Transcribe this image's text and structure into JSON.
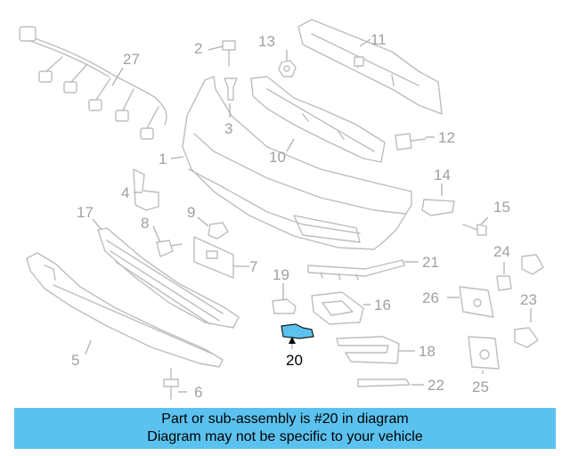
{
  "callouts": [
    {
      "id": "c1",
      "text": "1"
    },
    {
      "id": "c2",
      "text": "2"
    },
    {
      "id": "c3",
      "text": "3"
    },
    {
      "id": "c4",
      "text": "4"
    },
    {
      "id": "c5",
      "text": "5"
    },
    {
      "id": "c6",
      "text": "6"
    },
    {
      "id": "c7",
      "text": "7"
    },
    {
      "id": "c8",
      "text": "8"
    },
    {
      "id": "c9",
      "text": "9"
    },
    {
      "id": "c10",
      "text": "10"
    },
    {
      "id": "c11",
      "text": "11"
    },
    {
      "id": "c12",
      "text": "12"
    },
    {
      "id": "c13",
      "text": "13"
    },
    {
      "id": "c14",
      "text": "14"
    },
    {
      "id": "c15",
      "text": "15"
    },
    {
      "id": "c16",
      "text": "16"
    },
    {
      "id": "c17",
      "text": "17"
    },
    {
      "id": "c18",
      "text": "18"
    },
    {
      "id": "c19",
      "text": "19"
    },
    {
      "id": "c20",
      "text": "20"
    },
    {
      "id": "c21",
      "text": "21"
    },
    {
      "id": "c22",
      "text": "22"
    },
    {
      "id": "c23",
      "text": "23"
    },
    {
      "id": "c24",
      "text": "24"
    },
    {
      "id": "c25",
      "text": "25"
    },
    {
      "id": "c26",
      "text": "26"
    },
    {
      "id": "c27",
      "text": "27"
    }
  ],
  "highlight": {
    "part": "20",
    "color": "#5bc2ef"
  },
  "banner": {
    "line1": "Part or sub-assembly is #20 in diagram",
    "line2": "Diagram may not be specific to your vehicle",
    "color": "#5bc2ef"
  }
}
